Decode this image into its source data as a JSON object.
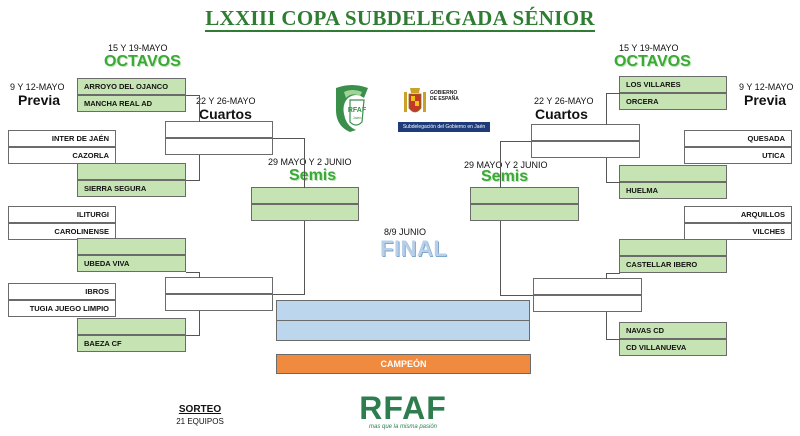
{
  "title": "LXXIII COPA SUBDELEGADA SÉNIOR",
  "dates": {
    "octavos": "15 Y 19-MAYO",
    "previa": "9 Y 12-MAYO",
    "cuartos": "22 Y 26-MAYO",
    "semis": "29 MAYO Y 2 JUNIO",
    "final": "8/9 JUNIO"
  },
  "rounds": {
    "octavos": "OCTAVOS",
    "previa": "Previa",
    "cuartos": "Cuartos",
    "semis": "Semis",
    "final": "FINAL",
    "campeon": "CAMPEÓN"
  },
  "left": {
    "previa": [
      "INTER DE JAÉN",
      "CAZORLA",
      "ILITURGI",
      "CAROLINENSE",
      "IBROS",
      "TUGIA JUEGO LIMPIO"
    ],
    "octavos": [
      "ARROYO DEL OJANCO",
      "MANCHA REAL AD",
      "",
      "SIERRA SEGURA",
      "",
      "UBEDA VIVA",
      "",
      "BAEZA CF"
    ]
  },
  "right": {
    "previa": [
      "QUESADA",
      "UTICA",
      "ARQUILLOS",
      "VILCHES"
    ],
    "octavos": [
      "LOS VILLARES",
      "ORCERA",
      "",
      "HUELMA",
      "",
      "CASTELLAR IBERO",
      "NAVAS CD",
      "CD VILLANUEVA"
    ]
  },
  "footer": {
    "sorteo": "SORTEO",
    "equipos": "21 EQUIPOS",
    "rfaf": "RFAF",
    "rfaf_tagline": "mas que la misma pasión"
  },
  "logos": {
    "left_logo_text": "RFAF",
    "gobierno_line1": "GOBIERNO",
    "gobierno_line2": "DE ESPAÑA",
    "gobierno_bar": "Subdelegación del Gobierno en Jaén"
  },
  "colors": {
    "title_green": "#2e7d32",
    "slot_green": "#c6e3b3",
    "final_blue": "#bcd6ee",
    "campeon_orange": "#f08a3e"
  }
}
